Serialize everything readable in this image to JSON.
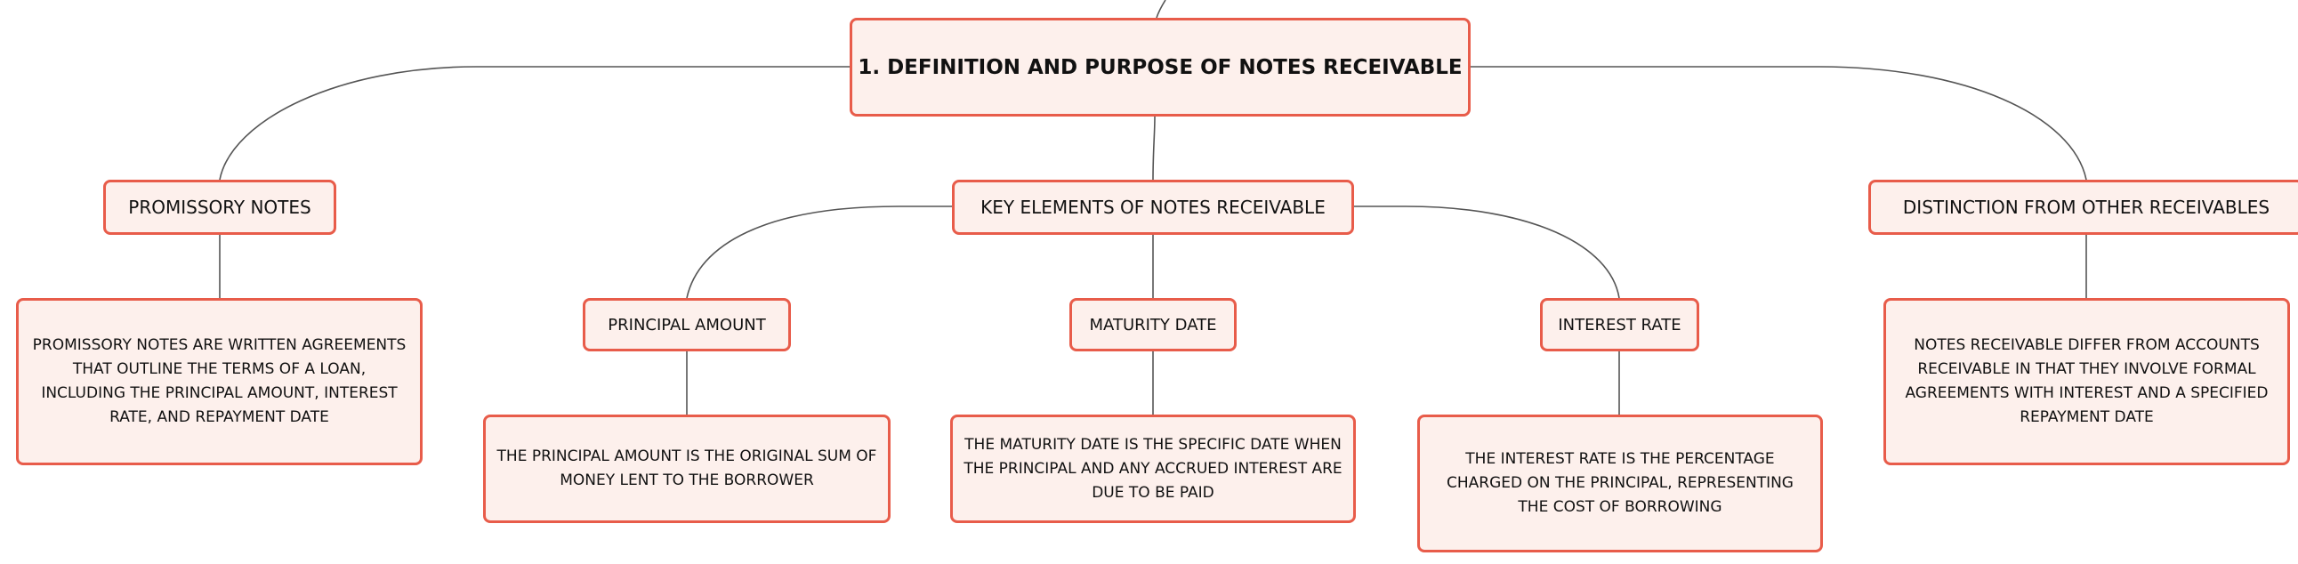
{
  "root": {
    "label": "1. DEFINITION AND PURPOSE OF NOTES RECEIVABLE"
  },
  "topics": {
    "promissory": {
      "label": "PROMISSORY NOTES",
      "description": "PROMISSORY NOTES ARE WRITTEN AGREEMENTS THAT OUTLINE THE TERMS OF A LOAN, INCLUDING THE PRINCIPAL AMOUNT, INTEREST RATE, AND REPAYMENT DATE"
    },
    "key_elements": {
      "label": "KEY ELEMENTS OF NOTES RECEIVABLE",
      "children": {
        "principal": {
          "label": "PRINCIPAL AMOUNT",
          "description": "THE PRINCIPAL AMOUNT IS THE ORIGINAL SUM OF MONEY LENT TO THE BORROWER"
        },
        "maturity": {
          "label": "MATURITY DATE",
          "description": "THE MATURITY DATE IS THE SPECIFIC DATE WHEN THE PRINCIPAL AND ANY ACCRUED INTEREST ARE DUE TO BE PAID"
        },
        "interest": {
          "label": "INTEREST RATE",
          "description": "THE INTEREST RATE IS THE PERCENTAGE CHARGED ON THE PRINCIPAL, REPRESENTING THE COST OF BORROWING"
        }
      }
    },
    "distinction": {
      "label": "DISTINCTION FROM OTHER RECEIVABLES",
      "description": "NOTES RECEIVABLE DIFFER FROM ACCOUNTS RECEIVABLE IN THAT THEY INVOLVE FORMAL AGREEMENTS WITH INTEREST AND A SPECIFIED REPAYMENT DATE"
    }
  },
  "colors": {
    "node_border": "#e85c4a",
    "node_fill": "#fdf0ec",
    "connector": "#555555",
    "text": "#111111"
  }
}
